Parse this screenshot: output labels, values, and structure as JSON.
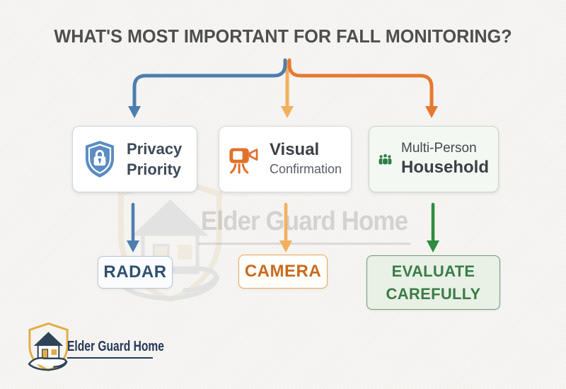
{
  "title": "WHAT'S MOST IMPORTANT FOR FALL MONITORING?",
  "branches": [
    {
      "option": {
        "line1": "Privacy",
        "line2": "Priority"
      },
      "icon": "shield-lock-icon",
      "branch_color": "#4e7eae",
      "result": {
        "line1": "RADAR"
      }
    },
    {
      "option": {
        "line1": "Visual",
        "line2": "Confirmation"
      },
      "icon": "video-camera-icon",
      "branch_color": "#e67930",
      "arrow_color": "#f0b060",
      "result": {
        "line1": "CAMERA"
      }
    },
    {
      "option": {
        "line1": "Multi-Person",
        "line2": "Household"
      },
      "icon": "people-group-icon",
      "branch_color": "#2f8c42",
      "result": {
        "line1": "EVALUATE",
        "line2": "CAREFULLY"
      }
    }
  ],
  "watermark": {
    "text": "Elder Guard Home"
  },
  "footer": {
    "brand": "Elder Guard Home",
    "logo": "house-in-hand-shield-icon"
  },
  "colors": {
    "blue": "#4e7eae",
    "amber": "#f0b060",
    "orange": "#e67930",
    "green": "#2f8c42",
    "navy": "#24395a",
    "gold": "#e3ac45",
    "title_text": "#4e4e4e"
  }
}
